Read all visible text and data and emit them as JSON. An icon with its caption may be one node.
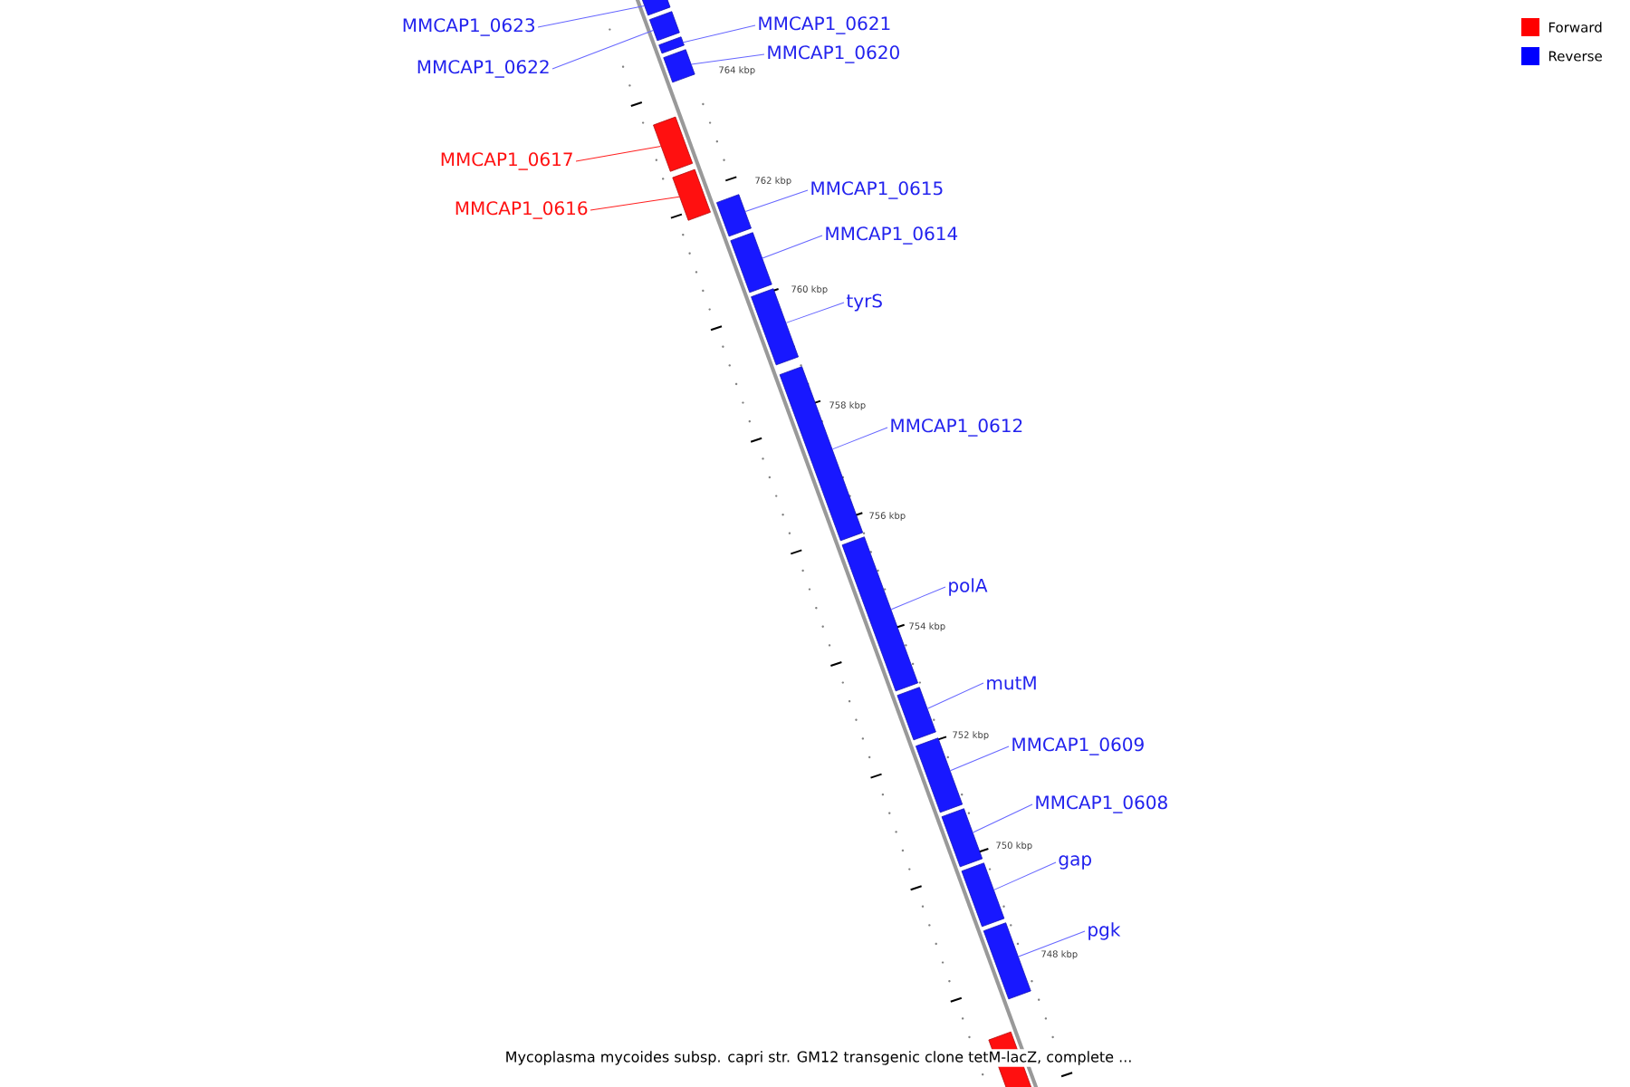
{
  "diagram": {
    "caption": "Mycoplasma mycoides subsp. capri str. GM12 transgenic clone tetM-lacZ, complete ...",
    "nodes": [
      {
        "text": [
          "MMCAP1_0623"
        ]
      },
      {
        "text": [
          "MMCAP1_0621"
        ]
      },
      {
        "text": [
          "MMCAP1_0620"
        ]
      },
      {
        "text": [
          "MMCAP1_0622"
        ]
      },
      {
        "text": [
          "MMCAP1_0617"
        ]
      },
      {
        "text": [
          "MMCAP1_0616"
        ]
      },
      {
        "text": [
          "MMCAP1_0615"
        ]
      },
      {
        "text": [
          "MMCAP1_0614"
        ]
      },
      {
        "text": [
          "tyrS"
        ]
      },
      {
        "text": [
          "MMCAP1_0612"
        ]
      },
      {
        "text": [
          "polA"
        ]
      },
      {
        "text": [
          "mutM"
        ]
      },
      {
        "text": [
          "MMCAP1_0609"
        ]
      },
      {
        "text": [
          "MMCAP1_0608"
        ]
      },
      {
        "text": [
          "gap"
        ]
      },
      {
        "text": [
          "pgk"
        ]
      },
      {
        "text": [],
        "shape": "bar"
      },
      {
        "text": [],
        "shape": "bar"
      },
      {
        "text": [],
        "shape": "bar"
      },
      {
        "text": [],
        "shape": "bar"
      },
      {
        "text": [],
        "shape": "bar"
      },
      {
        "text": [],
        "shape": "bar"
      },
      {
        "text": [],
        "shape": "bar"
      },
      {
        "text": [],
        "shape": "bar"
      },
      {
        "text": [],
        "shape": "bar"
      },
      {
        "text": [],
        "shape": "bar"
      },
      {
        "text": [],
        "shape": "bar"
      },
      {
        "text": [],
        "shape": "bar"
      },
      {
        "text": [],
        "shape": "bar"
      },
      {
        "text": [],
        "shape": "bar"
      },
      {
        "text": [],
        "shape": "bar"
      },
      {
        "text": [],
        "shape": "bar"
      },
      {
        "text": [],
        "shape": "bar"
      }
    ],
    "edges": [
      {
        "from": 0,
        "to": 16,
        "arrow": "none"
      },
      {
        "from": 1,
        "to": 18,
        "arrow": "none"
      },
      {
        "from": 2,
        "to": 19,
        "arrow": "none"
      },
      {
        "from": 3,
        "to": 17,
        "arrow": "none"
      },
      {
        "from": 4,
        "to": 20,
        "arrow": "none",
        "color": "#ff2020"
      },
      {
        "from": 5,
        "to": 21,
        "arrow": "none",
        "color": "#ff2020"
      },
      {
        "from": 6,
        "to": 22,
        "arrow": "none"
      },
      {
        "from": 7,
        "to": 23,
        "arrow": "none"
      },
      {
        "from": 8,
        "to": 24,
        "arrow": "none"
      },
      {
        "from": 9,
        "to": 25,
        "arrow": "none"
      },
      {
        "from": 10,
        "to": 26,
        "arrow": "none"
      },
      {
        "from": 11,
        "to": 27,
        "arrow": "none"
      },
      {
        "from": 12,
        "to": 28,
        "arrow": "none"
      },
      {
        "from": 13,
        "to": 29,
        "arrow": "none"
      },
      {
        "from": 14,
        "to": 30,
        "arrow": "none"
      },
      {
        "from": 15,
        "to": 31,
        "arrow": "none"
      }
    ],
    "labels": [
      "764 kbp",
      "762 kbp",
      "760 kbp",
      "758 kbp",
      "756 kbp",
      "754 kbp",
      "752 kbp",
      "750 kbp",
      "748 kbp"
    ],
    "legend": [
      {
        "text": "Forward",
        "color": "#ff0000"
      },
      {
        "text": "Reverse",
        "color": "#0000ff"
      }
    ]
  }
}
